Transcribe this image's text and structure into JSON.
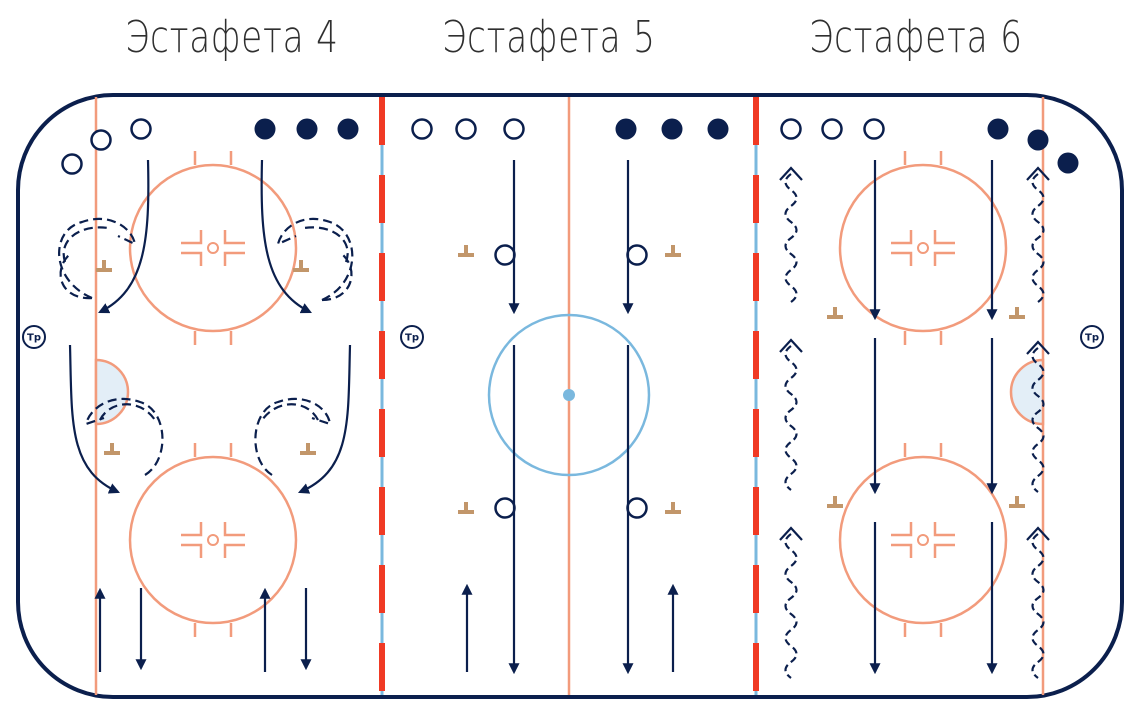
{
  "titles": [
    "Эстафета 4",
    "Эстафета 5",
    "Эстафета 6"
  ],
  "coach_label": "Тр",
  "colors": {
    "board": "#0b1f4d",
    "red_line": "#f03a24",
    "blue_line": "#7ab8de",
    "circle": "#f29b7c",
    "cone": "#c2966a",
    "crease_fill": "#e3eef7",
    "arrow": "#0b1f4d"
  },
  "icons": {
    "player_open": "hollow-circle",
    "player_filled": "filled-circle",
    "cone": "cone-icon",
    "coach": "coach-icon"
  }
}
